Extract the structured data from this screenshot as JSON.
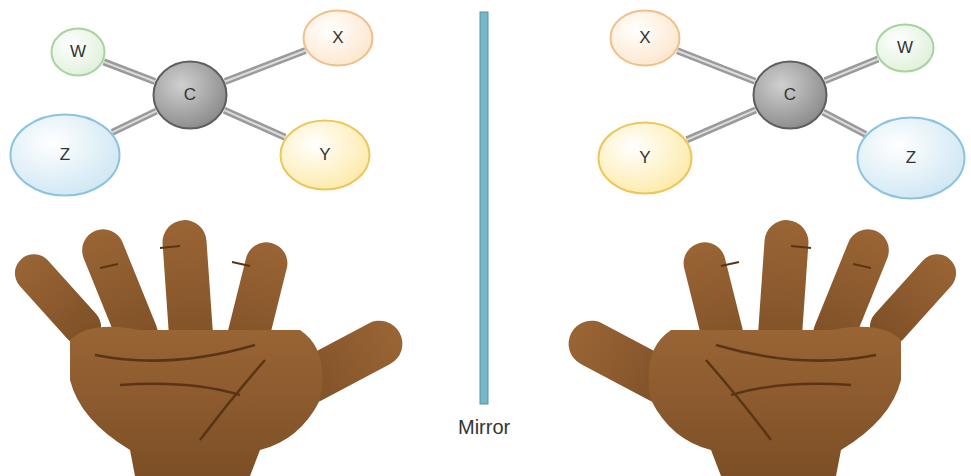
{
  "diagram": {
    "nodes": [
      {
        "text": [
          "W"
        ]
      },
      {
        "text": [
          "X"
        ]
      },
      {
        "text": [
          "C"
        ]
      },
      {
        "text": [
          "Z"
        ]
      },
      {
        "text": [
          "Y"
        ]
      },
      {
        "text": [
          "X"
        ]
      },
      {
        "text": [
          "W"
        ]
      },
      {
        "text": [
          "C"
        ]
      },
      {
        "text": [
          "Y"
        ]
      },
      {
        "text": [
          "Z"
        ]
      }
    ],
    "edges": [
      {
        "from": 2,
        "to": 0,
        "arrow": "none"
      },
      {
        "from": 2,
        "to": 1,
        "arrow": "none"
      },
      {
        "from": 2,
        "to": 3,
        "arrow": "none"
      },
      {
        "from": 2,
        "to": 4,
        "arrow": "none"
      },
      {
        "from": 7,
        "to": 5,
        "arrow": "none"
      },
      {
        "from": 7,
        "to": 6,
        "arrow": "none"
      },
      {
        "from": 7,
        "to": 8,
        "arrow": "none"
      },
      {
        "from": 7,
        "to": 9,
        "arrow": "none"
      }
    ],
    "labels": [
      "Mirror"
    ]
  }
}
